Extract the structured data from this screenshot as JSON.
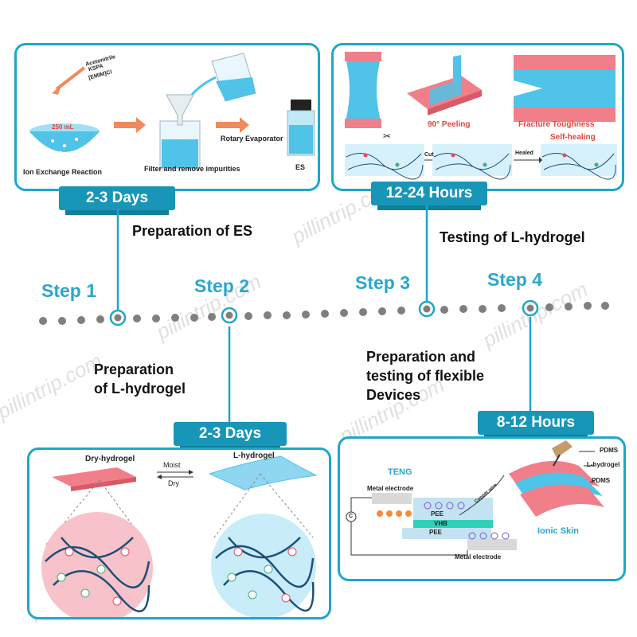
{
  "steps": [
    {
      "label": "Step 1",
      "caption": "Preparation of ES",
      "duration": "2-3 Days"
    },
    {
      "label": "Step 2",
      "caption_line1": "Preparation",
      "caption_line2": "of L-hydrogel",
      "duration": "2-3 Days"
    },
    {
      "label": "Step 3",
      "caption": "Testing of L-hydrogel",
      "duration": "12-24 Hours"
    },
    {
      "label": "Step 4",
      "caption_line1": "Preparation and",
      "caption_line2": "testing of flexible",
      "caption_line3": "Devices",
      "duration": "8-12 Hours"
    }
  ],
  "panel1": {
    "reagents_line1": "Acetonitrile",
    "reagents_line2": "KSPA",
    "reagents_line3": "[EMIM]Cl",
    "volume": "250 mL",
    "ion_exchange": "Ion Exchange Reaction",
    "filter": "Filter and remove impurities",
    "rotary": "Rotary Evaporator",
    "es": "ES"
  },
  "panel2": {
    "peeling": "90° Peeling",
    "fracture": "Fracture Toughness",
    "selfheal": "Self-healing",
    "cut": "Cut",
    "healed": "Healed"
  },
  "panel3": {
    "dry": "Dry-hydrogel",
    "lhyd": "L-hydrogel",
    "moist": "Moist",
    "dryword": "Dry"
  },
  "panel4": {
    "teng": "TENG",
    "metal_top": "Metal electrode",
    "metal_bottom": "Metal electrode",
    "pee_top": "PEE",
    "vhb": "VHB",
    "pee_bottom": "PEE",
    "copper": "Copper wire",
    "circuit": "C",
    "pdms_top": "PDMS",
    "lhydrogel": "L-hydrogel",
    "pdms_bottom": "PDMS",
    "ionic_skin": "Ionic Skin"
  },
  "watermark": "pillintrip.com",
  "colors": {
    "accent": "#1ea7c9",
    "tag": "#1796b8",
    "step": "#2ba6cf",
    "hydrogel": "#f07f8a",
    "blue": "#4fc3e8"
  }
}
